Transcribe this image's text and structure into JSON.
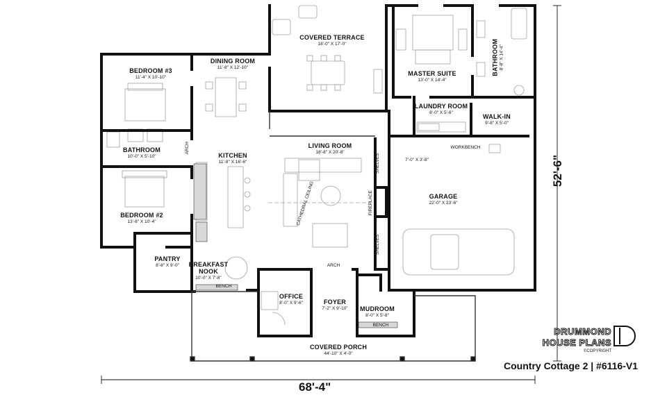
{
  "rooms": {
    "covered_terrace": {
      "name": "COVERED TERRACE",
      "dim": "18'-0\" X 17'-0\""
    },
    "master_suite": {
      "name": "MASTER SUITE",
      "dim": "13'-0\" X 14'-4\""
    },
    "master_bath": {
      "name": "BATHROOM",
      "dim": "8'-8\" X 14'-4\""
    },
    "laundry": {
      "name": "LAUNDRY ROOM",
      "dim": "8'-0\" X 5'-6\""
    },
    "walk_in": {
      "name": "WALK-IN",
      "dim": "9'-8\" X 5'-0\""
    },
    "bedroom3": {
      "name": "BEDROOM #3",
      "dim": "11'-4\" X 10'-10\""
    },
    "dining": {
      "name": "DINING ROOM",
      "dim": "11'-8\" X 12'-10\""
    },
    "bathroom": {
      "name": "BATHROOM",
      "dim": "10'-0\" X 5'-10\""
    },
    "kitchen": {
      "name": "KITCHEN",
      "dim": "11'-8\" X 16'-6\""
    },
    "living": {
      "name": "LIVING ROOM",
      "dim": "18'-8\" X 20'-8\""
    },
    "garage": {
      "name": "GARAGE",
      "dim": "22'-0\" X 23'-6\""
    },
    "bedroom2": {
      "name": "BEDROOM #2",
      "dim": "13'-8\" X 10'-4\""
    },
    "pantry": {
      "name": "PANTRY",
      "dim": "8'-8\" X 9'-0\""
    },
    "breakfast": {
      "name": "BREAKFAST",
      "name2": "NOOK",
      "dim": "10'-0\" X 7'-8\""
    },
    "office": {
      "name": "OFFICE",
      "dim": "8'-0\" X 9'-6\""
    },
    "foyer": {
      "name": "FOYER",
      "dim": "7'-2\" X 9'-10\""
    },
    "mudroom": {
      "name": "MUDROOM",
      "dim": "8'-0\" X 5'-8\""
    },
    "porch": {
      "name": "COVERED PORCH",
      "dim": "44'-10\" X 4'-0\""
    },
    "closet": {
      "dim": "7'-0\" X 3'-8\""
    }
  },
  "labels": {
    "arch_left": "ARCH",
    "arch_living": "ARCH",
    "workbench": "WORKBENCH",
    "shelves_top": "SHELVES",
    "shelves_bottom": "SHELVES",
    "fireplace": "FIREPLACE",
    "cathedral": "CATHEDRAL CEILING",
    "bench_nook": "BENCH",
    "bench_mud": "BENCH"
  },
  "dimensions": {
    "width": "68'-4\"",
    "depth": "52'-6\""
  },
  "brand": {
    "line1": "DRUMMOND",
    "line2": "HOUSE PLANS",
    "copyright": "©COPYRIGHT",
    "plan_name": "Country Cottage 2 | #6116-V1",
    "logo_letter": "D"
  },
  "colors": {
    "wall": "#111111",
    "furniture": "#9a9a9a",
    "bench": "#d8d8d8"
  }
}
